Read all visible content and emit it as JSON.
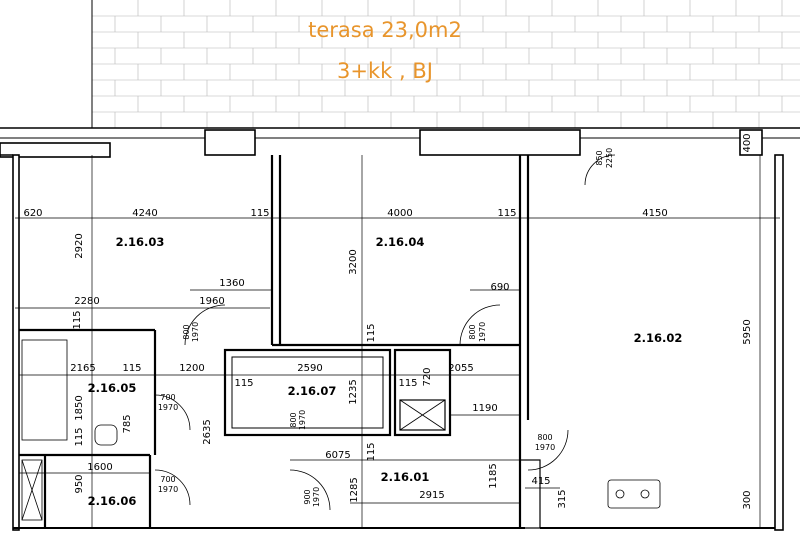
{
  "terrace": {
    "label": "terasa 23,0m2",
    "type": "3+kk , BJ"
  },
  "rooms": {
    "r2_16_03": "2.16.03",
    "r2_16_04": "2.16.04",
    "r2_16_02": "2.16.02",
    "r2_16_05": "2.16.05",
    "r2_16_07": "2.16.07",
    "r2_16_06": "2.16.06",
    "r2_16_01": "2.16.01"
  },
  "dimensions": {
    "d620": "620",
    "d4240": "4240",
    "d115a": "115",
    "d4000": "4000",
    "d115b": "115",
    "d4150": "4150",
    "d2920": "2920",
    "d3200": "3200",
    "d5950": "5950",
    "d1360": "1360",
    "d2280": "2280",
    "d1960": "1960",
    "d690": "690",
    "d115c": "115",
    "d115d": "115",
    "d2590": "2590",
    "d2165": "2165",
    "d115e": "115",
    "d1200": "1200",
    "d115f": "115",
    "d1235": "1235",
    "d115g": "115",
    "d720": "720",
    "d2055": "2055",
    "d1850": "1850",
    "d785": "785",
    "d115h": "115",
    "d2635": "2635",
    "d1190": "1190",
    "d115i": "115",
    "d6075": "6075",
    "d1285": "1285",
    "d1185": "1185",
    "d1600": "1600",
    "d950": "950",
    "d2915": "2915",
    "d415": "415",
    "d315": "315",
    "d300": "300",
    "d400": "400",
    "d850": "850",
    "d2250": "2250"
  },
  "doors": {
    "w800": "800",
    "h1970": "1970",
    "w700": "700",
    "h1970b": "1970",
    "w800b": "800",
    "h1970c": "1970",
    "w800c": "800",
    "h1970d": "1970",
    "w800d": "800",
    "h1970e": "1970",
    "w700b": "700",
    "h1970f": "1970",
    "w900": "900",
    "h1970g": "1970"
  }
}
